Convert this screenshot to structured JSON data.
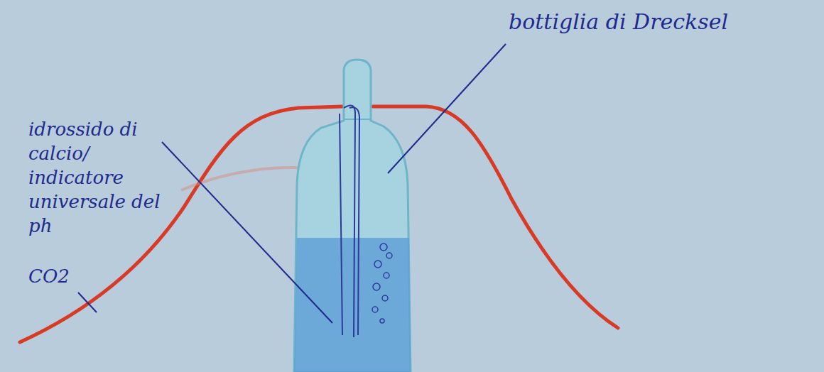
{
  "diagram": {
    "labels": [
      "idrossido di calcio/ indicatore universale del ph",
      "CO2",
      "bottiglia di Drecksel"
    ]
  }
}
